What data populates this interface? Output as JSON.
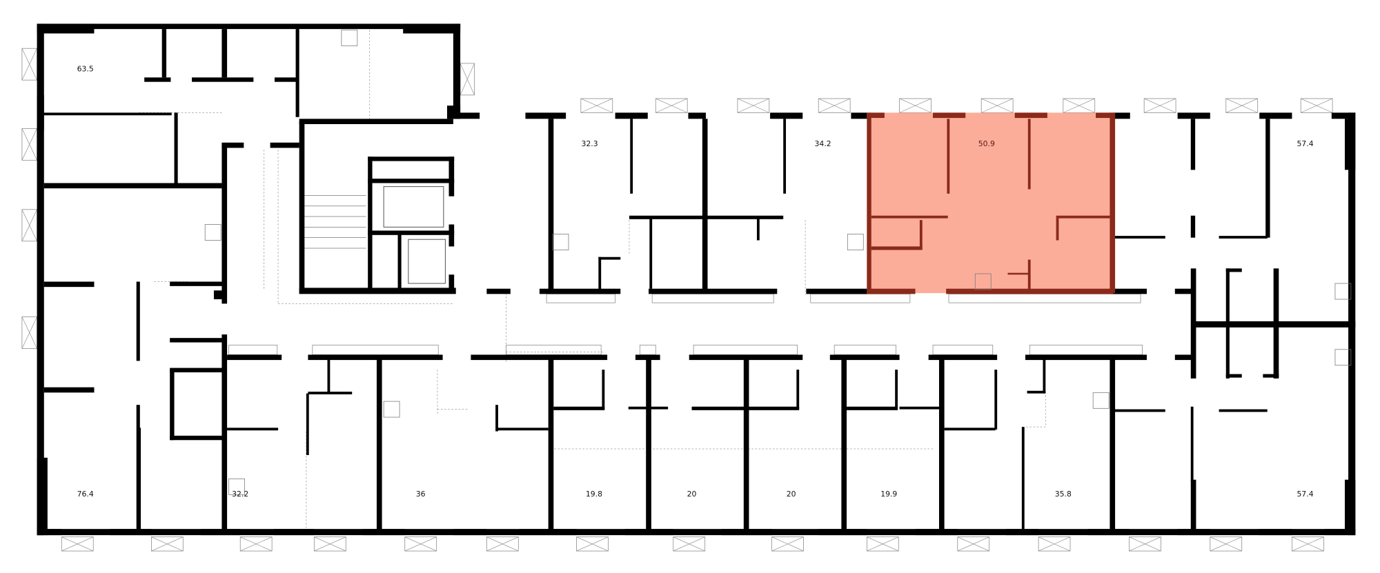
{
  "plan": {
    "type": "floor-plan",
    "highlight_color": "#fba48f",
    "highlight_outline": "#8b2a1a",
    "wall_color": "#000000",
    "selected_unit": "50.9",
    "units_top": [
      "63.5",
      "32.3",
      "34.2",
      "50.9",
      "57.4"
    ],
    "units_bottom": [
      "76.4",
      "32.2",
      "36",
      "19.8",
      "20",
      "20",
      "19.9",
      "35.8",
      "57.4"
    ]
  }
}
